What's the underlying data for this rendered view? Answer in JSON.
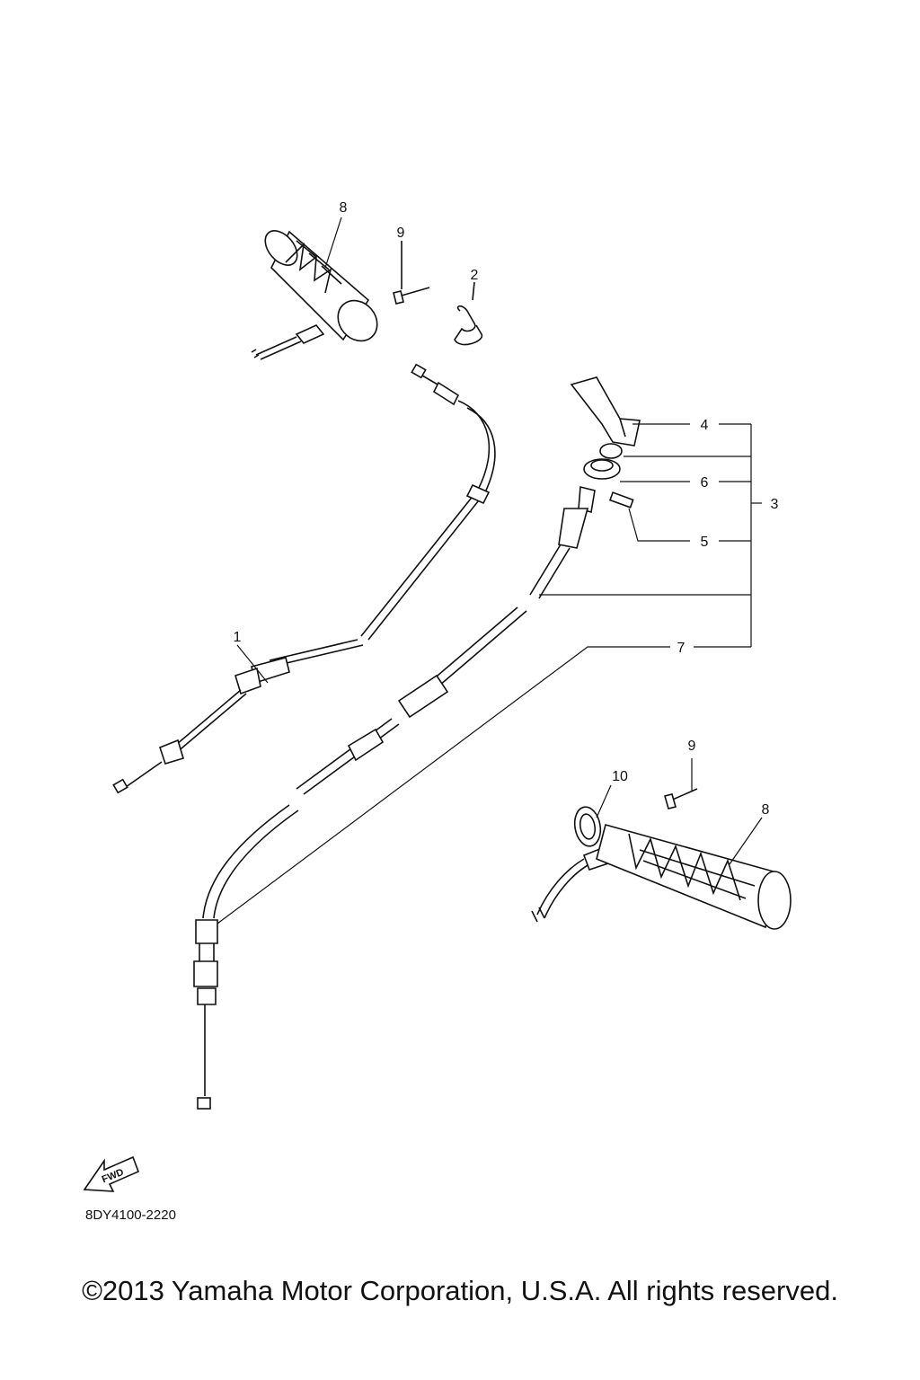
{
  "callouts": {
    "c1": "1",
    "c2": "2",
    "c3": "3",
    "c4": "4",
    "c5": "5",
    "c6": "6",
    "c7": "7",
    "c8a": "8",
    "c8b": "8",
    "c9a": "9",
    "c9b": "9",
    "c10": "10"
  },
  "fwd_label": "FWD",
  "diagram_code": "8DY4100-2220",
  "copyright": "©2013 Yamaha Motor Corporation, U.S.A. All rights reserved.",
  "colors": {
    "ink": "#111111",
    "background": "#ffffff"
  },
  "icons": {
    "forward_arrow": "fwd-arrow-icon"
  }
}
